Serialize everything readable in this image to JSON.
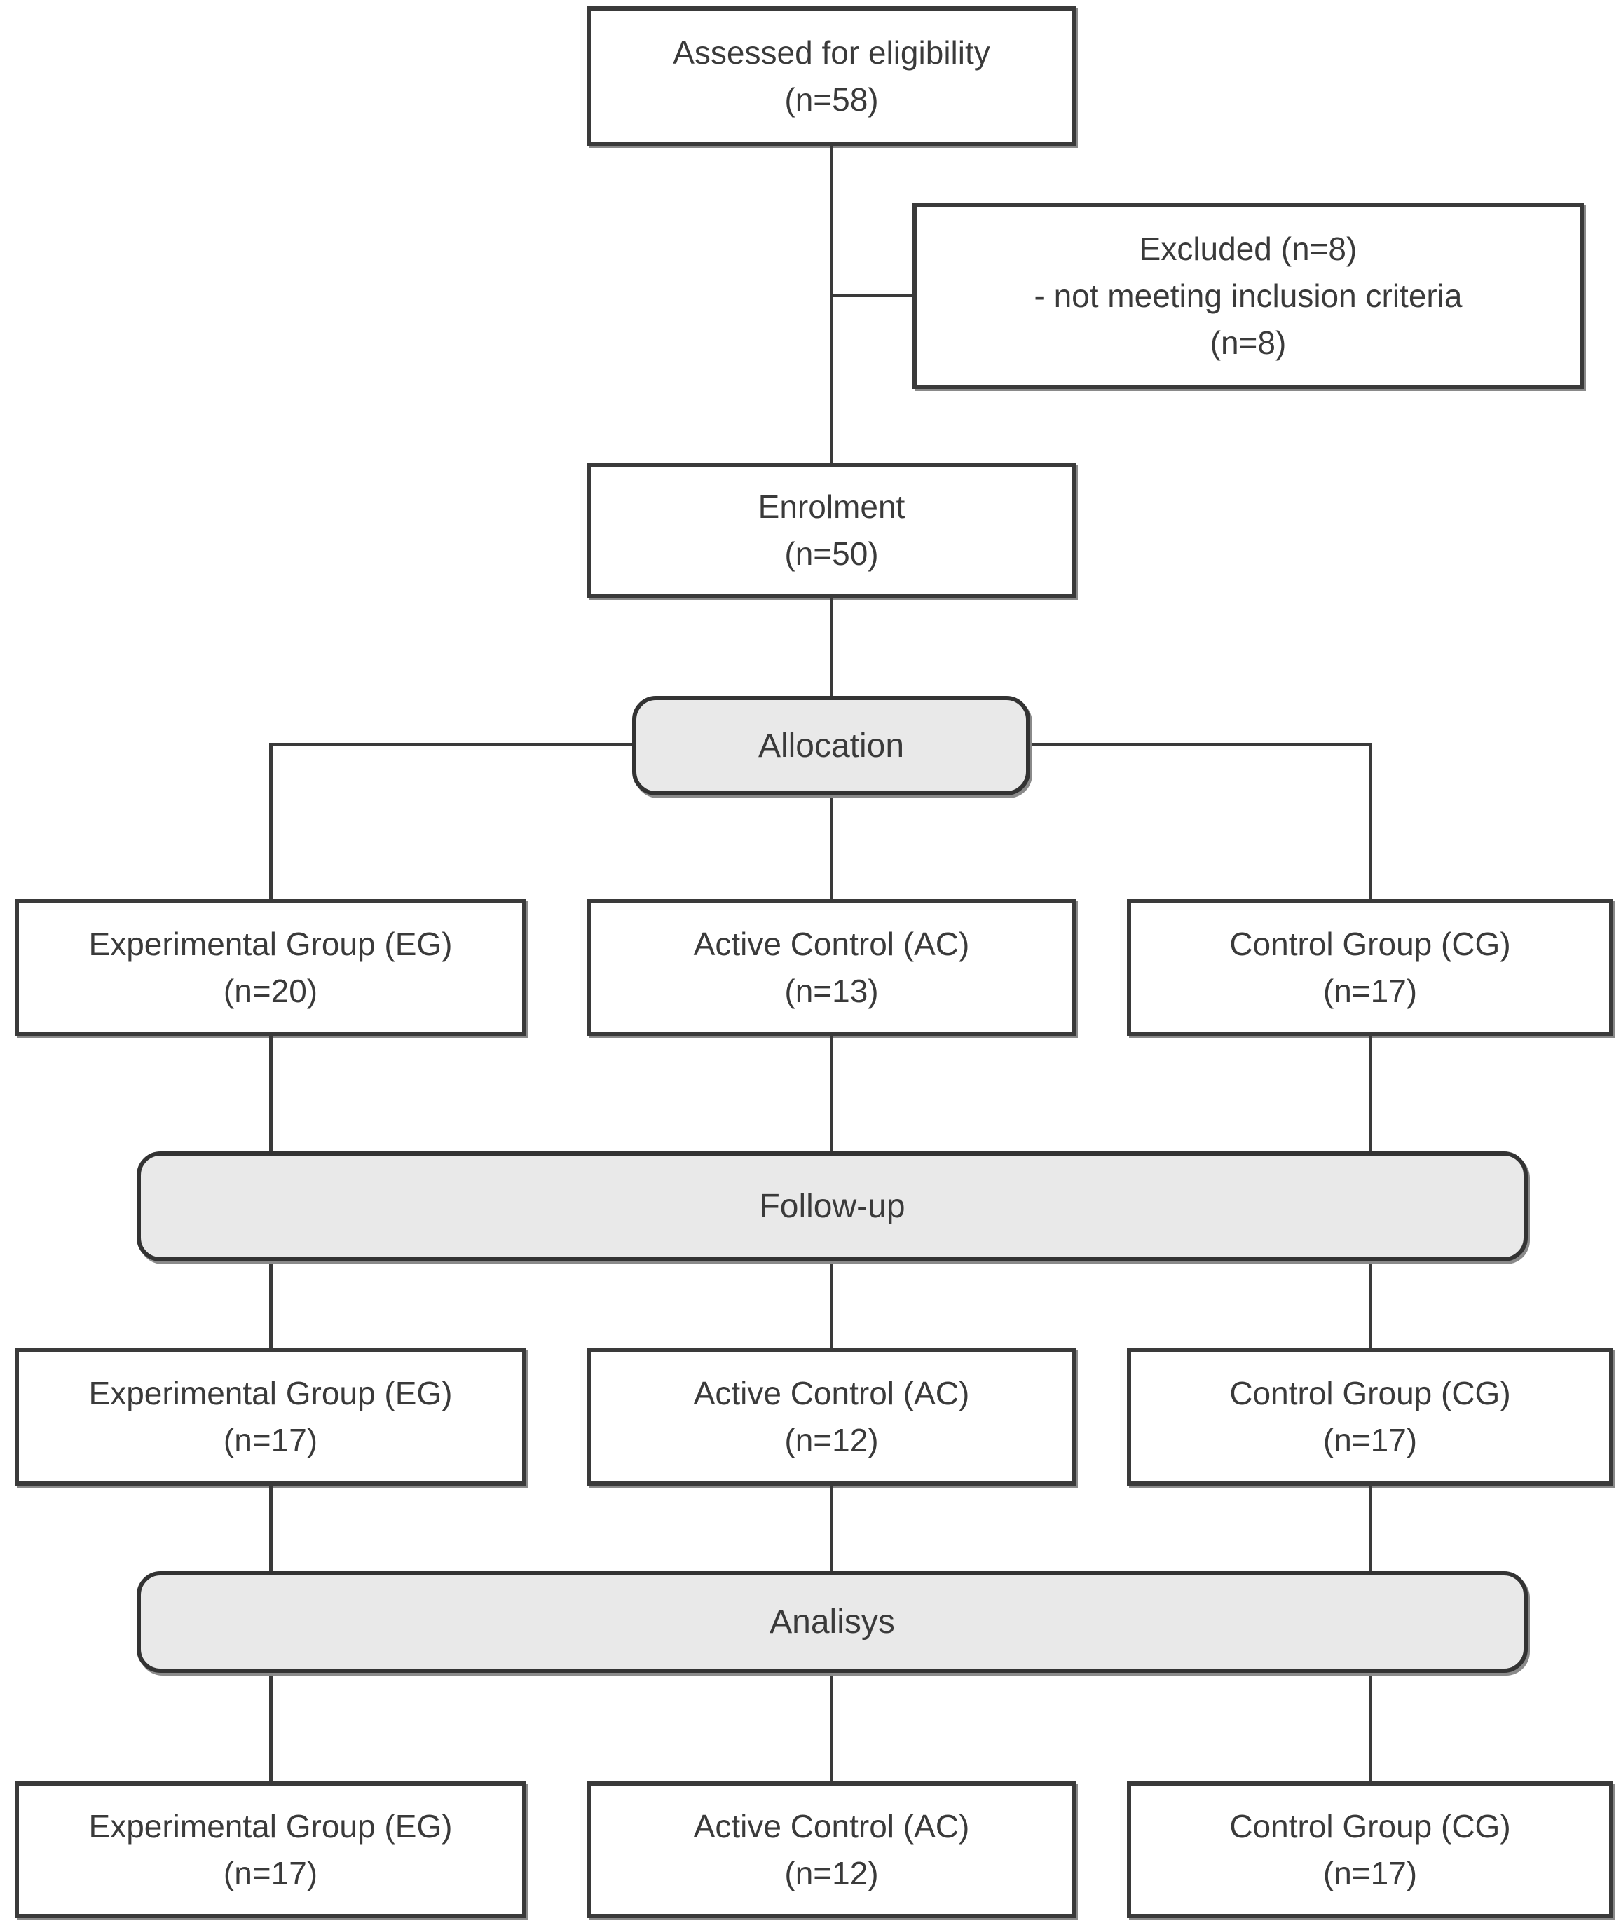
{
  "flowchart": {
    "assessed_box": {
      "title": "Assessed for eligibility",
      "count": "(n=58)"
    },
    "excluded_box": {
      "title": "Excluded (n=8)",
      "reason": "- not meeting inclusion criteria",
      "count": "(n=8)"
    },
    "enrolment_box": {
      "title": "Enrolment",
      "count": "(n=50)"
    },
    "stage_allocation": {
      "label": "Allocation"
    },
    "stage_followup": {
      "label": "Follow-up"
    },
    "stage_analysis": {
      "label": "Analisys"
    },
    "allocation_row": [
      {
        "title": "Experimental Group (EG)",
        "count": "(n=20)"
      },
      {
        "title": "Active Control (AC)",
        "count": "(n=13)"
      },
      {
        "title": "Control Group (CG)",
        "count": "(n=17)"
      }
    ],
    "followup_row": [
      {
        "title": "Experimental Group (EG)",
        "count": "(n=17)"
      },
      {
        "title": "Active Control (AC)",
        "count": "(n=12)"
      },
      {
        "title": "Control Group (CG)",
        "count": "(n=17)"
      }
    ],
    "analysis_row": [
      {
        "title": "Experimental Group (EG)",
        "count": "(n=17)"
      },
      {
        "title": "Active Control (AC)",
        "count": "(n=12)"
      },
      {
        "title": "Control Group (CG)",
        "count": "(n=17)"
      }
    ],
    "colors": {
      "background": "#ffffff",
      "box_fill": "#ffffff",
      "stage_fill": "#e9e9e9",
      "border": "#3a3a3a",
      "connector": "#3a3a3a",
      "text": "#3a3a3a"
    }
  }
}
